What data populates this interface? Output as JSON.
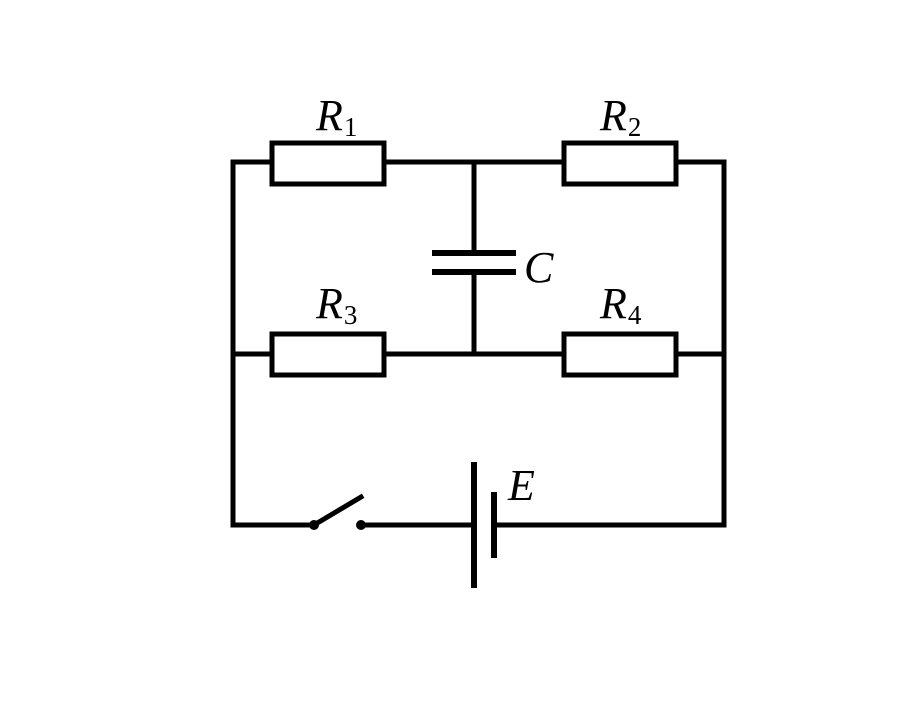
{
  "colors": {
    "stroke": "#000000",
    "background": "#ffffff"
  },
  "labels": {
    "r1": {
      "main": "R",
      "sub": "1"
    },
    "r2": {
      "main": "R",
      "sub": "2"
    },
    "r3": {
      "main": "R",
      "sub": "3"
    },
    "r4": {
      "main": "R",
      "sub": "4"
    },
    "capacitor": "C",
    "battery": "E"
  }
}
